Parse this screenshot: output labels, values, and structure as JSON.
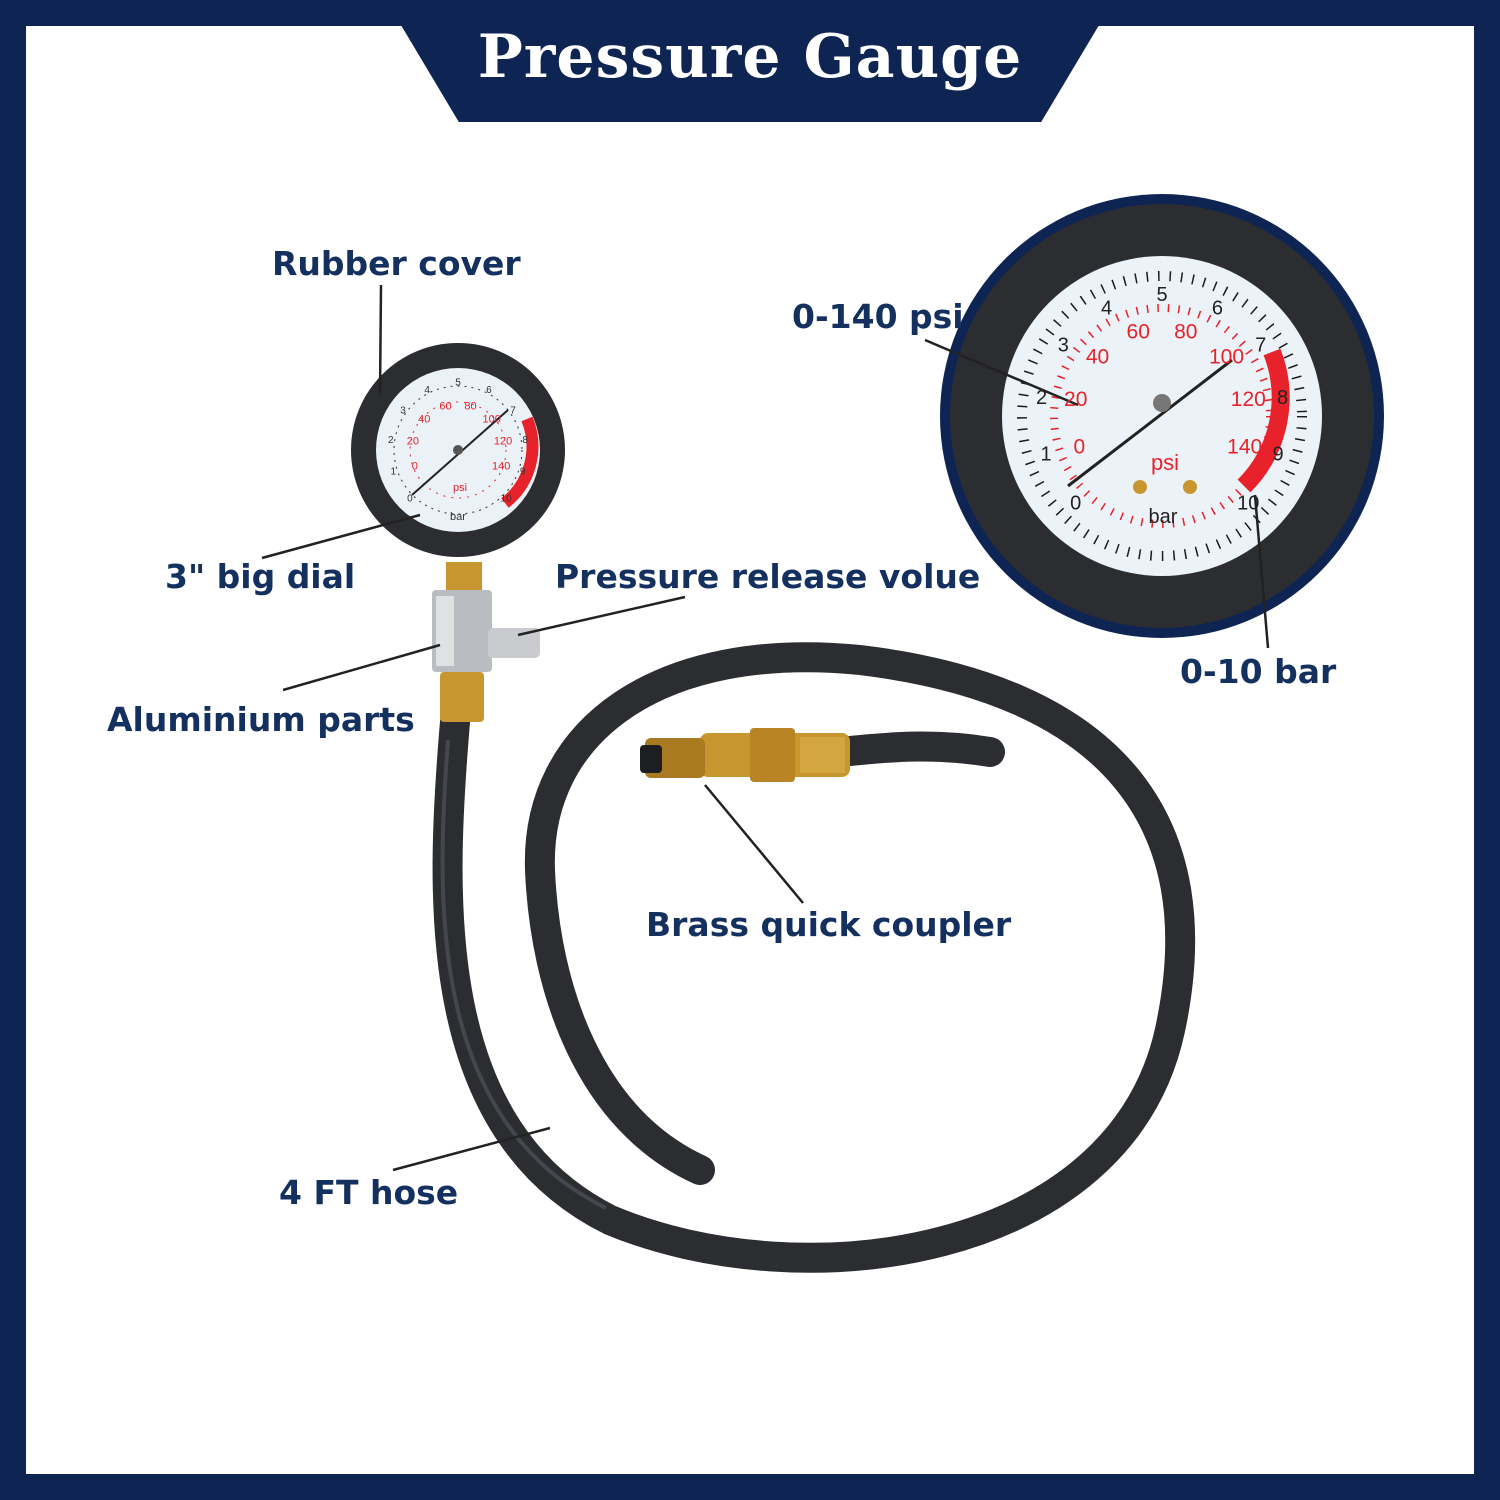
{
  "title": "Pressure Gauge",
  "labels": {
    "rubber_cover": "Rubber cover",
    "big_dial": "3\" big dial",
    "pressure_release": "Pressure release volue",
    "aluminium_parts": "Aluminium parts",
    "coupler": "Brass quick coupler",
    "hose": "4 FT hose",
    "psi_range": "0-140 psi",
    "bar_range": "0-10 bar"
  },
  "dial": {
    "psi_unit": "psi",
    "bar_unit": "bar",
    "psi_ticks": [
      "0",
      "20",
      "40",
      "60",
      "80",
      "100",
      "120",
      "140"
    ],
    "bar_ticks": [
      "0",
      "1",
      "2",
      "3",
      "4",
      "5",
      "6",
      "7",
      "8",
      "9",
      "10"
    ]
  },
  "colors": {
    "navy": "#0e2453",
    "label_text": "#14305e",
    "red_zone": "#e8222a",
    "rubber": "#2b2d31",
    "brass": "#c8962e",
    "aluminium": "#b9bcc0"
  }
}
